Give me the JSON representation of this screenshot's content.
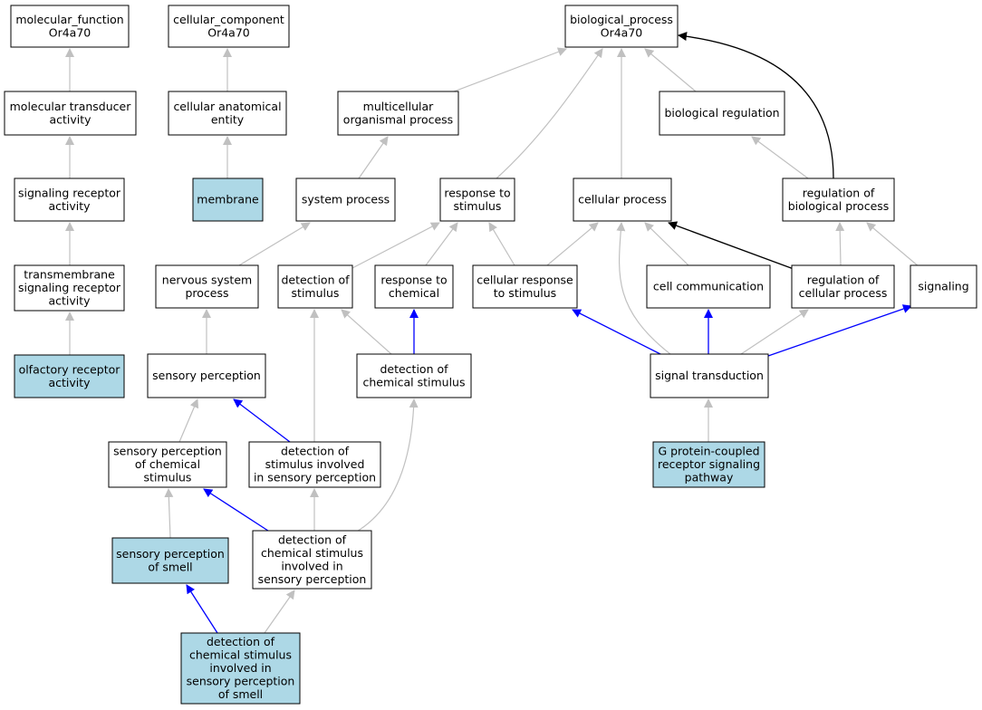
{
  "colors": {
    "highlight_fill": "#add8e6",
    "plain_fill": "#ffffff",
    "is_a_edge": "#c0c0c0",
    "part_of_edge": "#0000ff",
    "regulates_edge": "#000000"
  },
  "nodes": {
    "mf": {
      "lines": [
        "molecular_function",
        "Or4a70"
      ],
      "highlight": false
    },
    "cc": {
      "lines": [
        "cellular_component",
        "Or4a70"
      ],
      "highlight": false
    },
    "bp": {
      "lines": [
        "biological_process",
        "Or4a70"
      ],
      "highlight": false
    },
    "mta": {
      "lines": [
        "molecular transducer",
        "activity"
      ],
      "highlight": false
    },
    "cae": {
      "lines": [
        "cellular anatomical",
        "entity"
      ],
      "highlight": false
    },
    "mop": {
      "lines": [
        "multicellular",
        "organismal process"
      ],
      "highlight": false
    },
    "breg": {
      "lines": [
        "biological regulation"
      ],
      "highlight": false
    },
    "sra": {
      "lines": [
        "signaling receptor",
        "activity"
      ],
      "highlight": false
    },
    "mem": {
      "lines": [
        "membrane"
      ],
      "highlight": true
    },
    "sysp": {
      "lines": [
        "system process"
      ],
      "highlight": false
    },
    "rts": {
      "lines": [
        "response to",
        "stimulus"
      ],
      "highlight": false
    },
    "cp": {
      "lines": [
        "cellular process"
      ],
      "highlight": false
    },
    "rbp": {
      "lines": [
        "regulation of",
        "biological process"
      ],
      "highlight": false
    },
    "tsra": {
      "lines": [
        "transmembrane",
        "signaling receptor",
        "activity"
      ],
      "highlight": false
    },
    "nsp": {
      "lines": [
        "nervous system",
        "process"
      ],
      "highlight": false
    },
    "dos": {
      "lines": [
        "detection of",
        "stimulus"
      ],
      "highlight": false
    },
    "rtc": {
      "lines": [
        "response to",
        "chemical"
      ],
      "highlight": false
    },
    "crs": {
      "lines": [
        "cellular response",
        "to stimulus"
      ],
      "highlight": false
    },
    "cc2": {
      "lines": [
        "cell communication"
      ],
      "highlight": false
    },
    "rcp": {
      "lines": [
        "regulation of",
        "cellular process"
      ],
      "highlight": false
    },
    "sig": {
      "lines": [
        "signaling"
      ],
      "highlight": false
    },
    "ora": {
      "lines": [
        "olfactory receptor",
        "activity"
      ],
      "highlight": true
    },
    "sp": {
      "lines": [
        "sensory perception"
      ],
      "highlight": false
    },
    "docs": {
      "lines": [
        "detection of",
        "chemical stimulus"
      ],
      "highlight": false
    },
    "st": {
      "lines": [
        "signal transduction"
      ],
      "highlight": false
    },
    "spcs": {
      "lines": [
        "sensory perception",
        "of chemical",
        "stimulus"
      ],
      "highlight": false
    },
    "dsisp": {
      "lines": [
        "detection of",
        "stimulus involved",
        "in sensory perception"
      ],
      "highlight": false
    },
    "gpcr": {
      "lines": [
        "G protein-coupled",
        "receptor signaling",
        "pathway"
      ],
      "highlight": true
    },
    "sps": {
      "lines": [
        "sensory perception",
        "of smell"
      ],
      "highlight": true
    },
    "dcsisp": {
      "lines": [
        "detection of",
        "chemical stimulus",
        "involved in",
        "sensory perception"
      ],
      "highlight": false
    },
    "dcsispos": {
      "lines": [
        "detection of",
        "chemical stimulus",
        "involved in",
        "sensory perception",
        "of smell"
      ],
      "highlight": true
    }
  },
  "edges": [
    {
      "from": "mta",
      "to": "mf",
      "type": "is_a"
    },
    {
      "from": "cae",
      "to": "cc",
      "type": "is_a"
    },
    {
      "from": "mop",
      "to": "bp",
      "type": "is_a"
    },
    {
      "from": "breg",
      "to": "bp",
      "type": "is_a"
    },
    {
      "from": "rbp",
      "to": "bp",
      "type": "regulates"
    },
    {
      "from": "rts",
      "to": "bp",
      "type": "is_a"
    },
    {
      "from": "cp",
      "to": "bp",
      "type": "is_a"
    },
    {
      "from": "sra",
      "to": "mta",
      "type": "is_a"
    },
    {
      "from": "mem",
      "to": "cae",
      "type": "is_a"
    },
    {
      "from": "sysp",
      "to": "mop",
      "type": "is_a"
    },
    {
      "from": "rbp",
      "to": "breg",
      "type": "is_a"
    },
    {
      "from": "tsra",
      "to": "sra",
      "type": "is_a"
    },
    {
      "from": "nsp",
      "to": "sysp",
      "type": "is_a"
    },
    {
      "from": "dos",
      "to": "rts",
      "type": "is_a"
    },
    {
      "from": "rtc",
      "to": "rts",
      "type": "is_a"
    },
    {
      "from": "crs",
      "to": "rts",
      "type": "is_a"
    },
    {
      "from": "crs",
      "to": "cp",
      "type": "is_a"
    },
    {
      "from": "cc2",
      "to": "cp",
      "type": "is_a"
    },
    {
      "from": "rcp",
      "to": "cp",
      "type": "regulates"
    },
    {
      "from": "st",
      "to": "cp",
      "type": "is_a"
    },
    {
      "from": "rcp",
      "to": "rbp",
      "type": "is_a"
    },
    {
      "from": "sig",
      "to": "rbp",
      "type": "is_a"
    },
    {
      "from": "ora",
      "to": "tsra",
      "type": "is_a"
    },
    {
      "from": "sp",
      "to": "nsp",
      "type": "is_a"
    },
    {
      "from": "docs",
      "to": "dos",
      "type": "is_a"
    },
    {
      "from": "docs",
      "to": "rtc",
      "type": "part_of"
    },
    {
      "from": "st",
      "to": "crs",
      "type": "part_of"
    },
    {
      "from": "st",
      "to": "cc2",
      "type": "part_of"
    },
    {
      "from": "st",
      "to": "rcp",
      "type": "is_a"
    },
    {
      "from": "st",
      "to": "sig",
      "type": "part_of"
    },
    {
      "from": "spcs",
      "to": "sp",
      "type": "is_a"
    },
    {
      "from": "dsisp",
      "to": "sp",
      "type": "part_of"
    },
    {
      "from": "dsisp",
      "to": "dos",
      "type": "is_a"
    },
    {
      "from": "gpcr",
      "to": "st",
      "type": "is_a"
    },
    {
      "from": "sps",
      "to": "spcs",
      "type": "is_a"
    },
    {
      "from": "dcsisp",
      "to": "spcs",
      "type": "part_of"
    },
    {
      "from": "dcsisp",
      "to": "dsisp",
      "type": "is_a"
    },
    {
      "from": "dcsisp",
      "to": "docs",
      "type": "is_a"
    },
    {
      "from": "dcsispos",
      "to": "sps",
      "type": "part_of"
    },
    {
      "from": "dcsispos",
      "to": "dcsisp",
      "type": "is_a"
    }
  ]
}
